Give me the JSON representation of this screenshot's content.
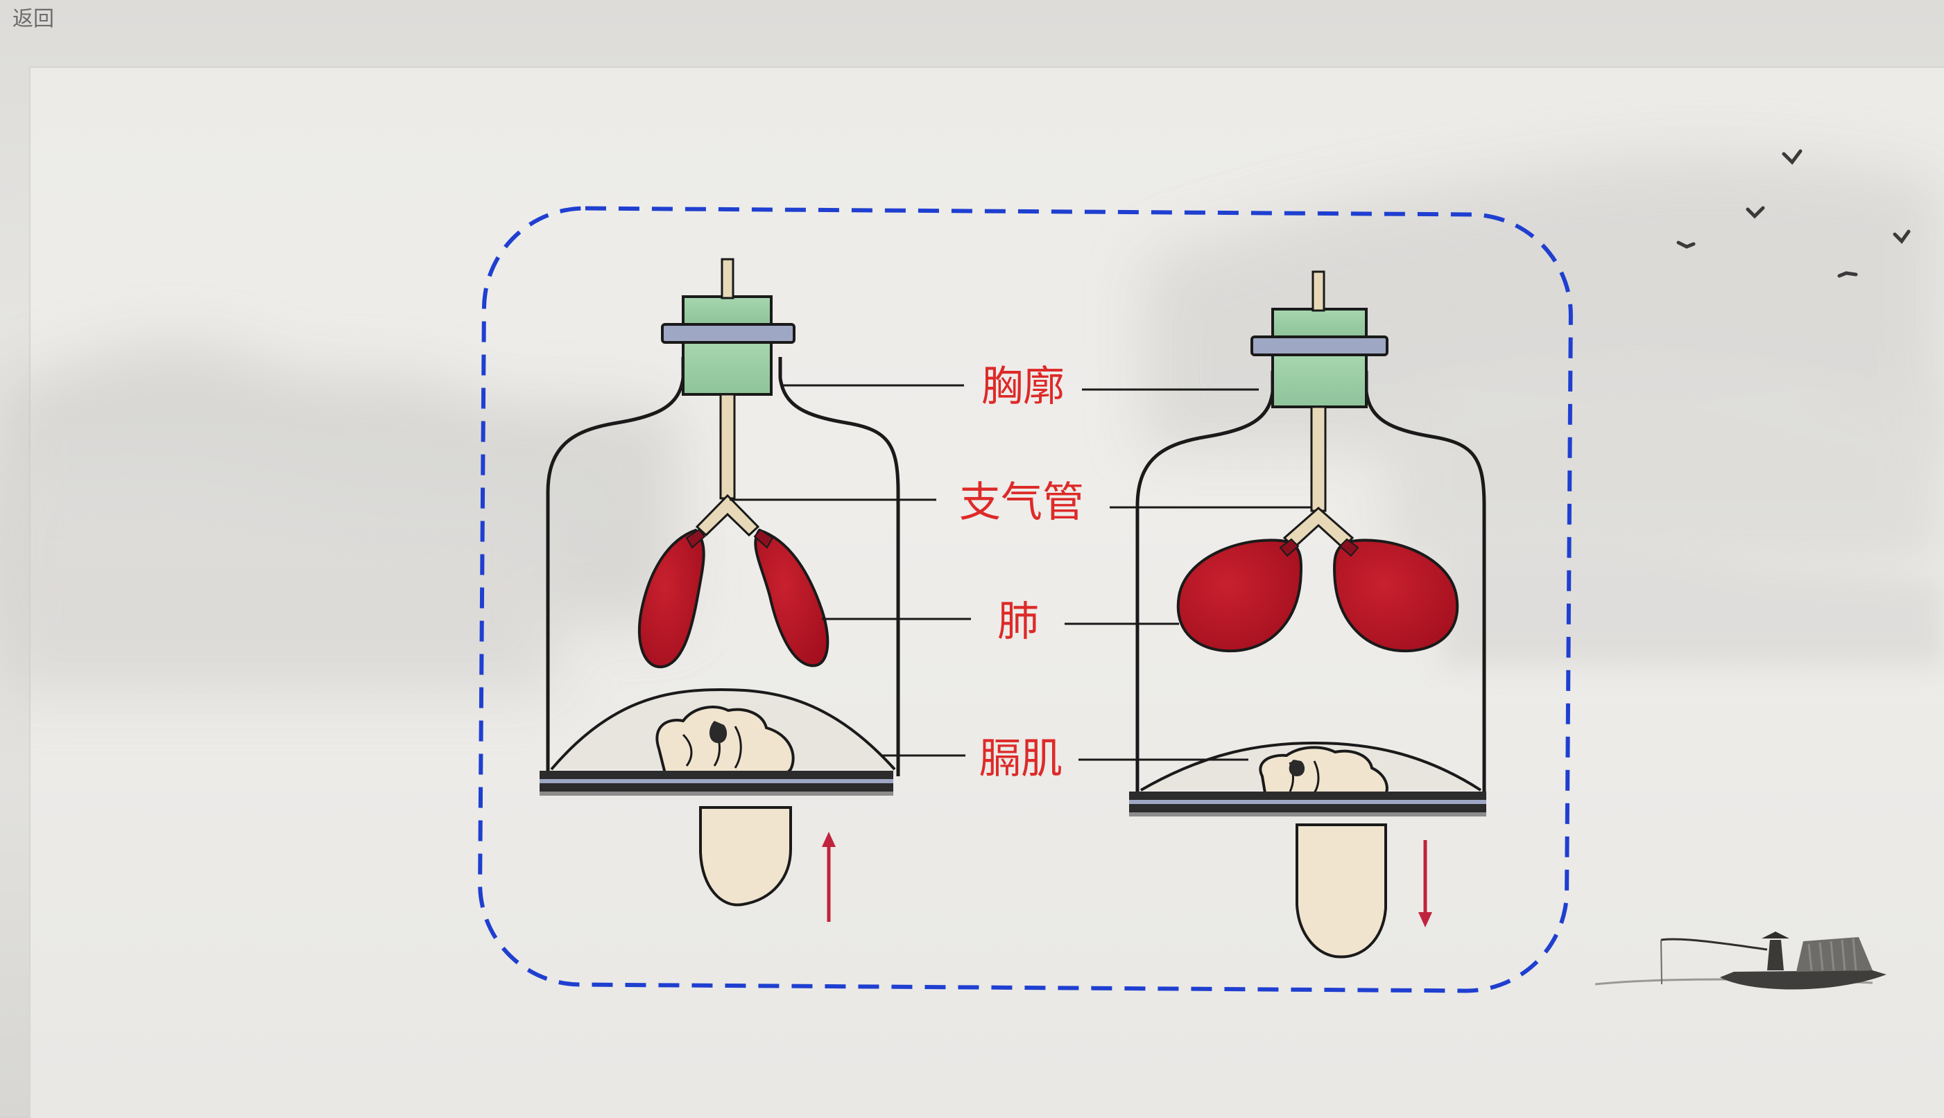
{
  "nav": {
    "back_label": "返回"
  },
  "diagram": {
    "labels": {
      "thorax": "胸廓",
      "bronchi": "支气管",
      "lung": "肺",
      "diaphragm": "膈肌"
    },
    "colors": {
      "label": "#dd2a28",
      "frame": "#1f3fd0",
      "lung": "#b5162a",
      "stopper": "#9fcfa8",
      "arrow": "#c0233d"
    },
    "icons": {
      "arrow_left": "arrow-up-icon",
      "arrow_right": "arrow-down-icon"
    }
  }
}
